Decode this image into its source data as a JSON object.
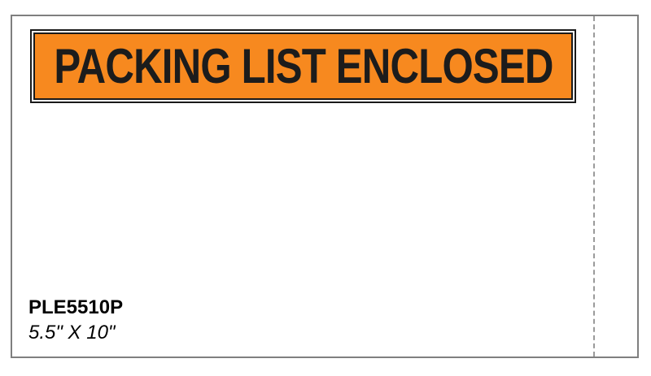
{
  "label": {
    "banner_text": "PACKING LIST ENCLOSED",
    "product_code": "PLE5510P",
    "dimensions": "5.5\" X 10\""
  },
  "colors": {
    "banner_fill": "#f7891f",
    "banner_text": "#1c1c1c",
    "outline": "#7f7f7f"
  }
}
